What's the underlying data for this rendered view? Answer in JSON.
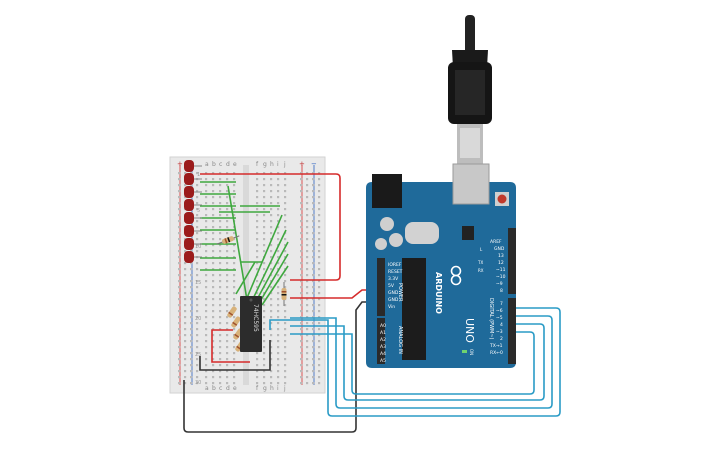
{
  "breadboard": {
    "columns_left": [
      "a",
      "b",
      "c",
      "d",
      "e"
    ],
    "columns_right": [
      "f",
      "g",
      "h",
      "i",
      "j"
    ],
    "rail_plus": "+",
    "rail_minus": "−",
    "row_numbers": [
      "1",
      "5",
      "10",
      "15",
      "20",
      "25",
      "30"
    ]
  },
  "chip": {
    "label": "74HC595"
  },
  "arduino": {
    "brand": "ARDUINO",
    "model": "UNO",
    "power_header_label": "POWER",
    "analog_header_label": "ANALOG IN",
    "digital_header_label": "DIGITAL (PWM~)",
    "power_pins": [
      "IOREF",
      "RESET",
      "3.3V",
      "5V",
      "GND",
      "GND",
      "Vin"
    ],
    "analog_pins": [
      "A0",
      "A1",
      "A2",
      "A3",
      "A4",
      "A5"
    ],
    "digital_top": [
      "AREF",
      "GND",
      "13",
      "12",
      "~11",
      "~10",
      "~9",
      "8"
    ],
    "digital_bottom": [
      "7",
      "~6",
      "~5",
      "4",
      "~3",
      "2",
      "TX→1",
      "RX←0"
    ],
    "on_label": "ON",
    "l_label": "L",
    "tx_label": "TX",
    "rx_label": "RX"
  },
  "colors": {
    "board": "#1f6a9a",
    "wire_red": "#d62b2b",
    "wire_black": "#333333",
    "wire_blue": "#2a9bc6",
    "wire_green": "#3fa83f",
    "led": "#9b1b1b"
  }
}
